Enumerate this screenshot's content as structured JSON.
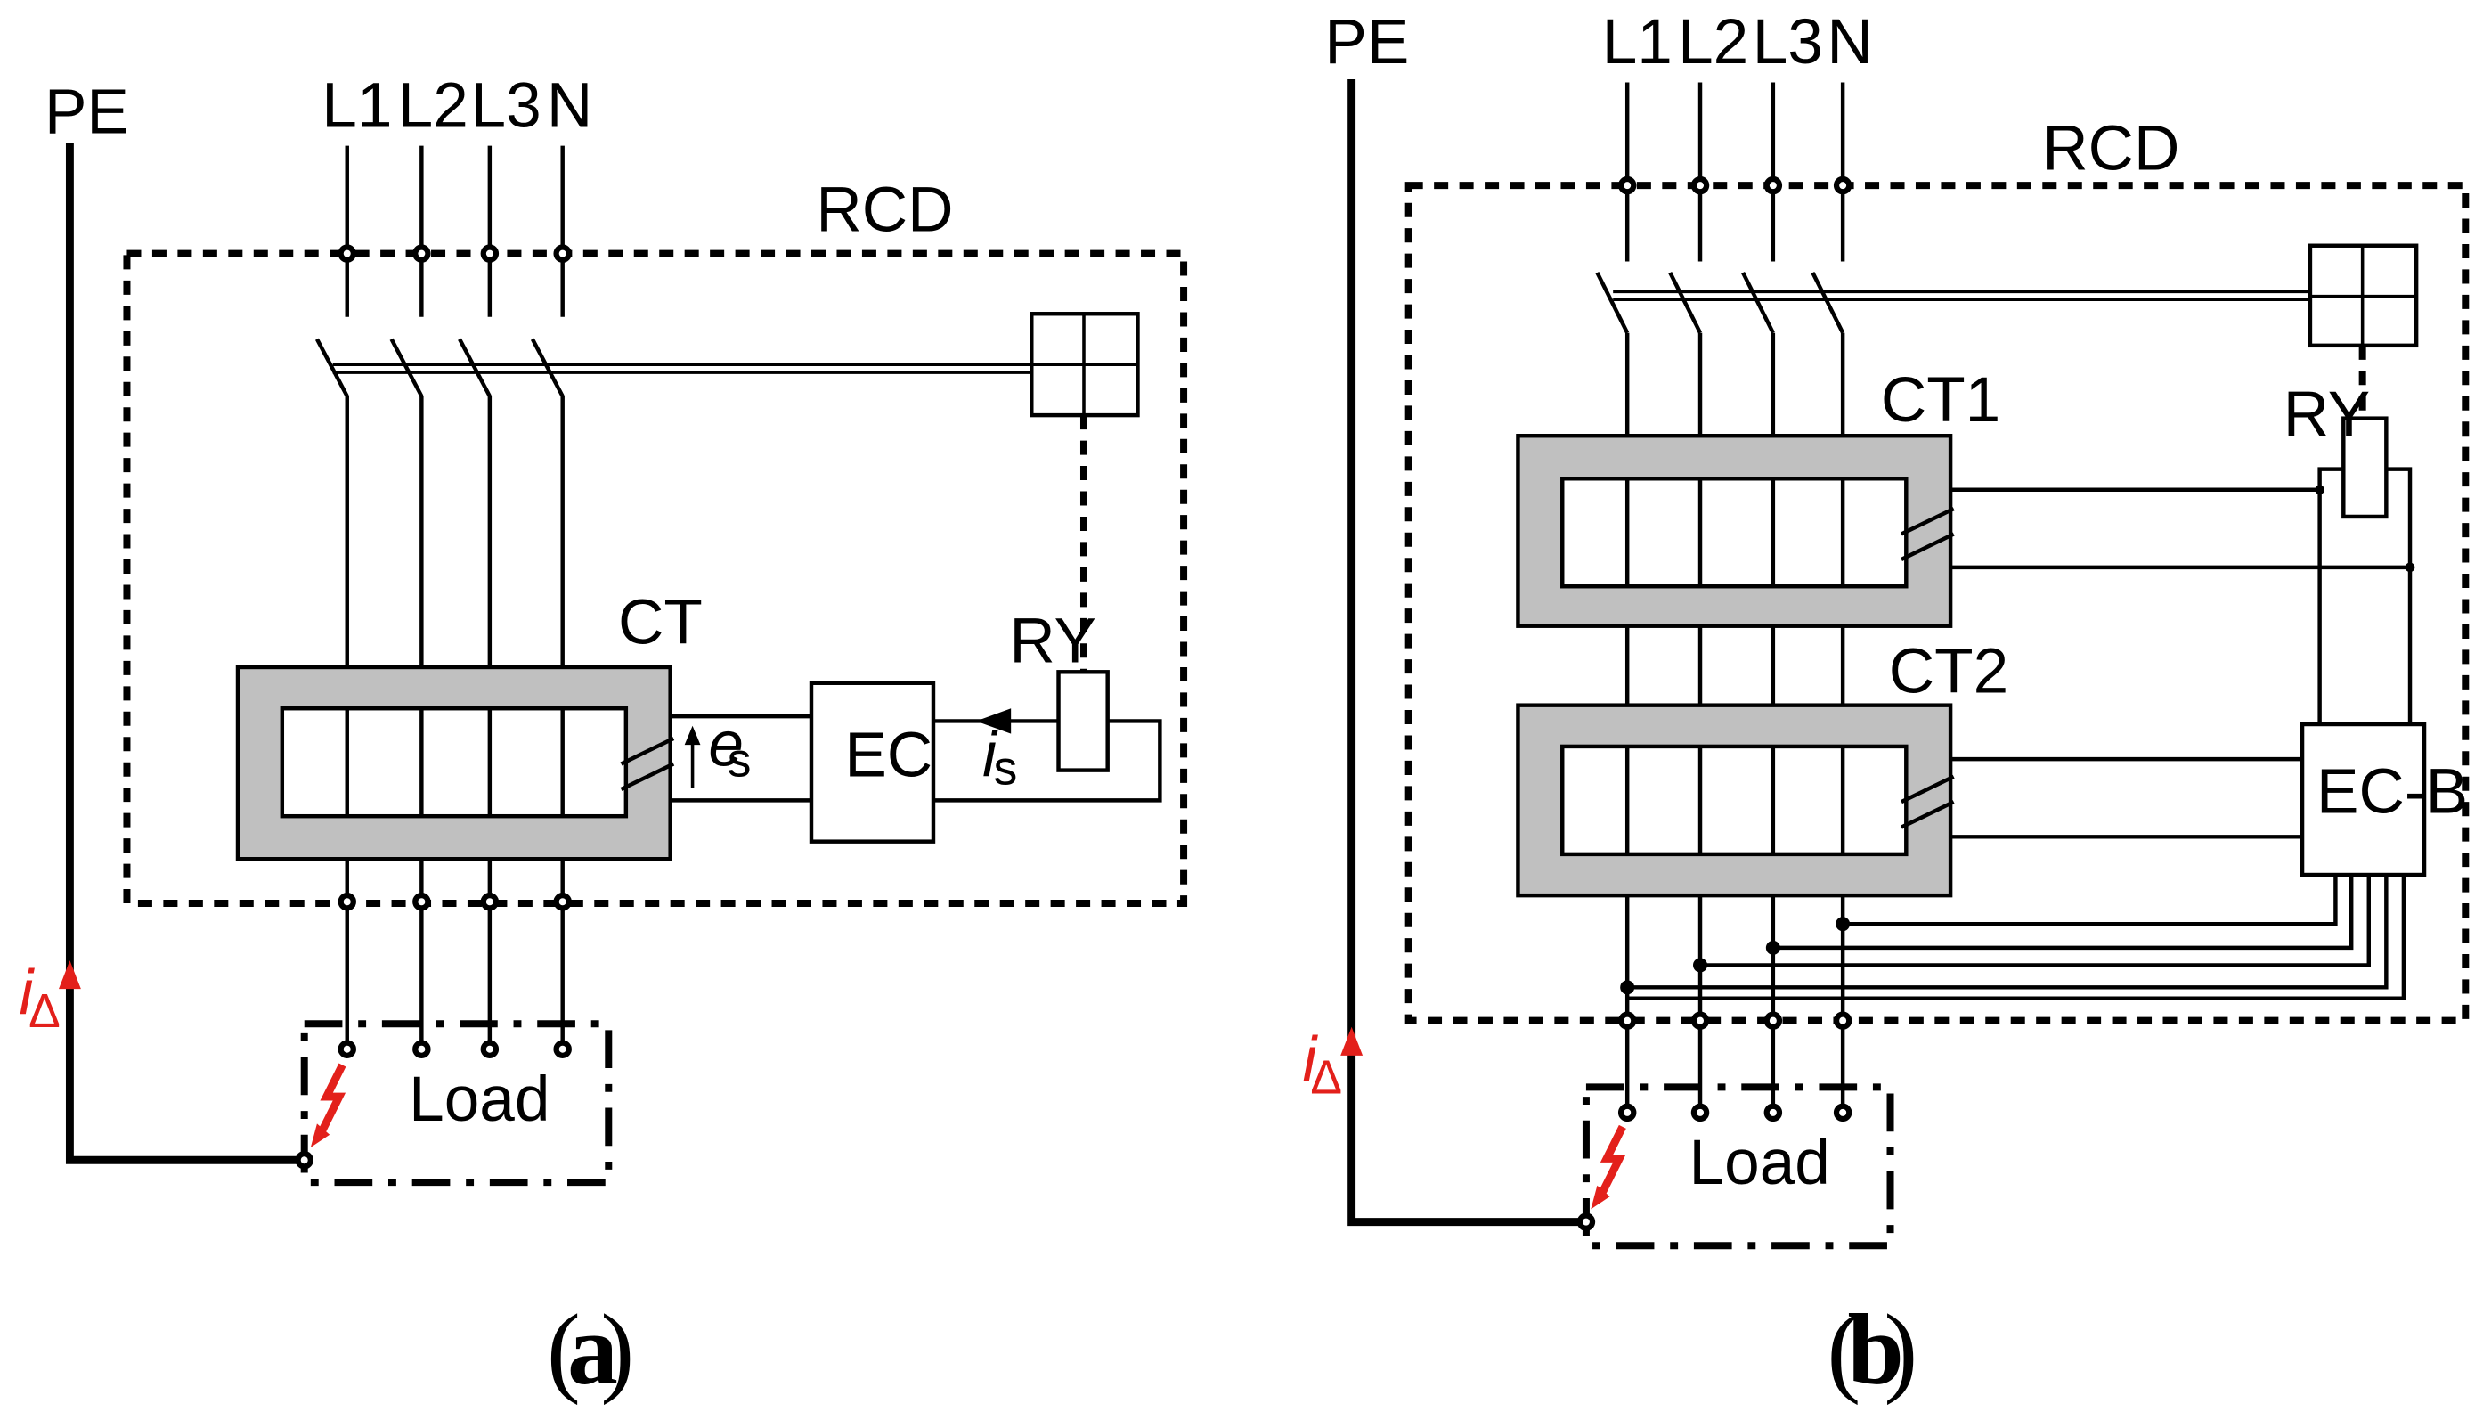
{
  "panel_a": {
    "labels": {
      "pe": "PE",
      "l1": "L1",
      "l2": "L2",
      "l3": "L3",
      "n": "N",
      "rcd": "RCD",
      "ct": "CT",
      "ec": "EC",
      "ry": "RY",
      "es_main": "e",
      "es_sub": "s",
      "is_main": "i",
      "is_sub": "s",
      "load": "Load",
      "idelta_main": "i",
      "idelta_sub": "Δ"
    },
    "caption": {
      "open": "(",
      "letter": "a",
      "close": ")"
    }
  },
  "panel_b": {
    "labels": {
      "pe": "PE",
      "l1": "L1",
      "l2": "L2",
      "l3": "L3",
      "n": "N",
      "rcd": "RCD",
      "ct1": "CT1",
      "ct2": "CT2",
      "ry": "RY",
      "ecb": "EC-B",
      "load": "Load",
      "idelta_main": "i",
      "idelta_sub": "Δ"
    },
    "caption": {
      "open": "(",
      "letter": "b",
      "close": ")"
    }
  },
  "colors": {
    "core_fill": "#c0c0c0",
    "fault_red": "#e3201b",
    "line": "#000000"
  }
}
